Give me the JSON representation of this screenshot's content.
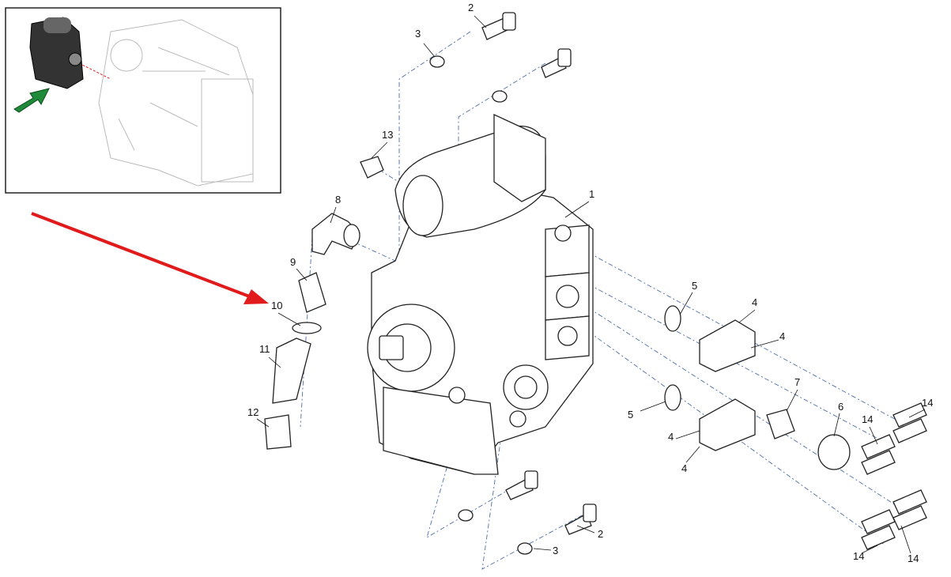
{
  "diagram": {
    "inset": {
      "pointer_color": "#1e8a3a"
    },
    "highlight_arrow_color": "#e11b1b",
    "callouts": [
      "2",
      "3",
      "13",
      "1",
      "8",
      "9",
      "10",
      "11",
      "12",
      "5",
      "4",
      "4",
      "5",
      "4",
      "4",
      "7",
      "6",
      "14",
      "14",
      "14",
      "14",
      "2",
      "3"
    ]
  }
}
